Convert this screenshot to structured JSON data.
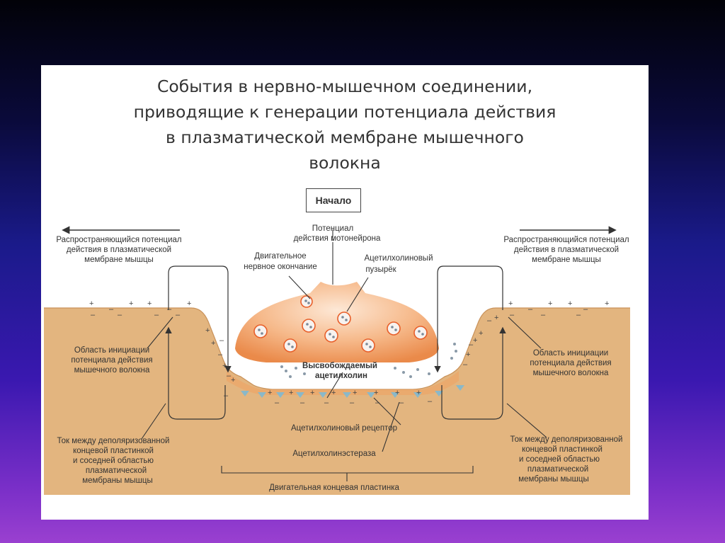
{
  "title": {
    "line1": "События в нервно-мышечном соединении,",
    "line2": "приводящие к генерации потенциала действия",
    "line3": "в плазматической мембране мышечного",
    "line4": "волокна"
  },
  "start_label": "Начало",
  "labels": {
    "motoneuron_ap_1": "Потенциал",
    "motoneuron_ap_2": "действия мотонейрона",
    "motor_ending_1": "Двигательное",
    "motor_ending_2": "нервное окончание",
    "ach_vesicle_1": "Ацетилхолиновый",
    "ach_vesicle_2": "пузырёк",
    "spreading_left_1": "Распространяющийся потенциал",
    "spreading_left_2": "действия в плазматической",
    "spreading_left_3": "мембране мышцы",
    "spreading_right_1": "Распространяющийся потенциал",
    "spreading_right_2": "действия в плазматической",
    "spreading_right_3": "мембране мышцы",
    "init_left_1": "Область инициации",
    "init_left_2": "потенциала действия",
    "init_left_3": "мышечного волокна",
    "init_right_1": "Область инициации",
    "init_right_2": "потенциала действия",
    "init_right_3": "мышечного волокна",
    "released_ach_1": "Высвобождаемый",
    "released_ach_2": "ацетилхолин",
    "ach_receptor": "Ацетилхолиновый рецептор",
    "ache": "Ацетилхолинэстераза",
    "current_left_1": "Ток между деполяризованной",
    "current_left_2": "концевой пластинкой",
    "current_left_3": "и соседней областью",
    "current_left_4": "плазматической",
    "current_left_5": "мембраны мышцы",
    "current_right_1": "Ток между деполяризованной",
    "current_right_2": "концевой      пластинкой",
    "current_right_3": "и соседней областью",
    "current_right_4": "плазматической",
    "current_right_5": "мембраны мышцы",
    "end_plate": "Двигательная концевая пластинка"
  },
  "colors": {
    "muscle": "#e3b57f",
    "terminal": "#f0a46a",
    "terminal_light": "#fbe3cf",
    "vesicle_outline": "#e85f2a",
    "receptor": "#8ab8c8",
    "background_top": "#020208",
    "background_bottom": "#9a40d0"
  }
}
